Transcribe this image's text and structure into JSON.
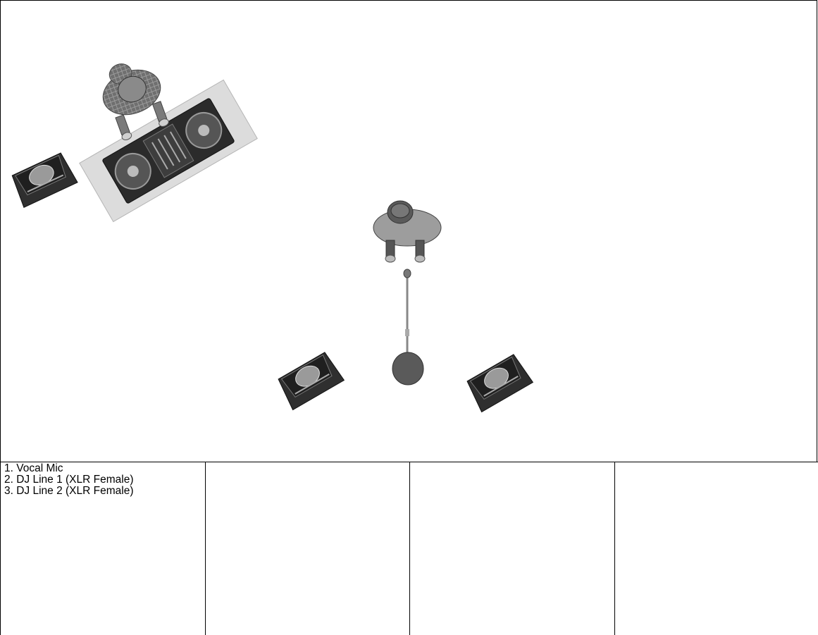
{
  "input_list": {
    "items": [
      "1. Vocal Mic",
      "2. DJ Line 1 (XLR Female)",
      "3. DJ Line 2 (XLR Female)"
    ]
  },
  "columns": [
    "",
    "",
    ""
  ],
  "icons": {
    "dj_person": "person-topdown-icon",
    "dj_table": "dj-controller-table-icon",
    "singer": "person-topdown-icon",
    "mic_stand": "microphone-stand-icon",
    "monitor": "floor-monitor-wedge-icon"
  },
  "colors": {
    "border": "#000000",
    "background": "#ffffff",
    "equipment_dark": "#2a2a2a",
    "table_top": "#d9d9d9"
  }
}
